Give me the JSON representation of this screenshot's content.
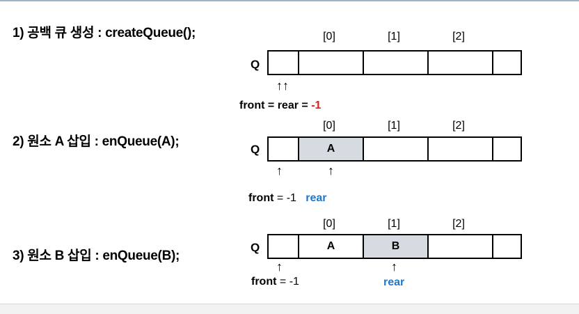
{
  "steps": [
    {
      "title": "1) 공백 큐 생성 : createQueue();",
      "indices": [
        "[0]",
        "[1]",
        "[2]"
      ],
      "q_label": "Q",
      "cells": [
        "",
        "",
        "",
        "",
        ""
      ],
      "arrows": [
        "↑↑"
      ],
      "front_label": "front",
      "eq1": "=",
      "rear_label": "rear",
      "eq2": "=",
      "value": "-1"
    },
    {
      "title": "2) 원소 A 삽입 : enQueue(A);",
      "indices": [
        "[0]",
        "[1]",
        "[2]"
      ],
      "q_label": "Q",
      "cells": [
        "",
        "A",
        "",
        "",
        ""
      ],
      "arrows": [
        "↑",
        "↑"
      ],
      "front_label": "front",
      "eq": "=",
      "front_value": "-1",
      "rear_label": "rear"
    },
    {
      "title": "3) 원소 B 삽입 : enQueue(B);",
      "indices": [
        "[0]",
        "[1]",
        "[2]"
      ],
      "q_label": "Q",
      "cells": [
        "",
        "A",
        "B",
        "",
        ""
      ],
      "arrows": [
        "↑",
        "↑"
      ],
      "front_label": "front",
      "eq": "=",
      "front_value": "-1",
      "rear_label": "rear"
    }
  ],
  "colors": {
    "highlight_red": "#e11b1b",
    "highlight_blue": "#1f78c8",
    "cell_fill": "#d6dbe2"
  }
}
